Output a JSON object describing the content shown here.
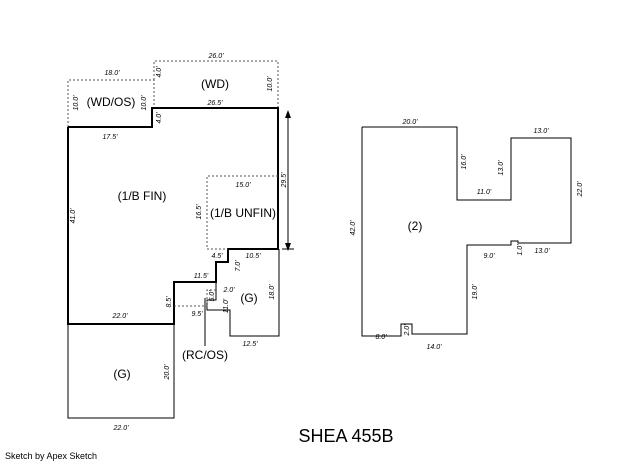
{
  "title": "SHEA 455B",
  "credit": "Sketch by Apex Sketch",
  "areas": {
    "wd": "(WD)",
    "wd_os": "(WD/OS)",
    "one_b_fin": "(1/B FIN)",
    "one_b_unfin": "(1/B UNFIN)",
    "garage_small": "(G)",
    "garage_large": "(G)",
    "rc_os": "(RC/OS)",
    "second_floor": "(2)"
  },
  "dims": {
    "d18_0_top": "18.0'",
    "d26_0_top": "26.0'",
    "d4_0_a": "4.0'",
    "d10_0_wdos_l": "10.0'",
    "d10_0_wdos_r": "10.0'",
    "d10_0_wd_r": "10.0'",
    "d26_5": "26.5'",
    "d4_0_b": "4.0'",
    "d17_5": "17.5'",
    "d41_0": "41.0'",
    "d29_5": "29.5'",
    "d15_0": "15.0'",
    "d16_5": "16.5'",
    "d4_5": "4.5'",
    "d10_5": "10.5'",
    "d7_0": "7.0'",
    "d11_5": "11.5'",
    "d2_0": "2.0'",
    "d5_0": "5.0'",
    "d8_5": "8.5'",
    "d11_0": "11.0'",
    "d18_0_g": "18.0'",
    "d9_5": "9.5'",
    "d22_0_fin": "22.0'",
    "d12_5": "12.5'",
    "d20_0_g": "20.0'",
    "d22_0_g": "22.0'",
    "s20_0": "20.0'",
    "s13_0_top": "13.0'",
    "s16_0": "16.0'",
    "s13_0_mid": "13.0'",
    "s11_0": "11.0'",
    "s22_0": "22.0'",
    "s42_0": "42.0'",
    "s1_0": "1.0'",
    "s13_0_low": "13.0'",
    "s9_0": "9.0'",
    "s19_0": "19.0'",
    "s2_0": "2.0'",
    "s8_0": "8.0'",
    "s14_0": "14.0'"
  }
}
